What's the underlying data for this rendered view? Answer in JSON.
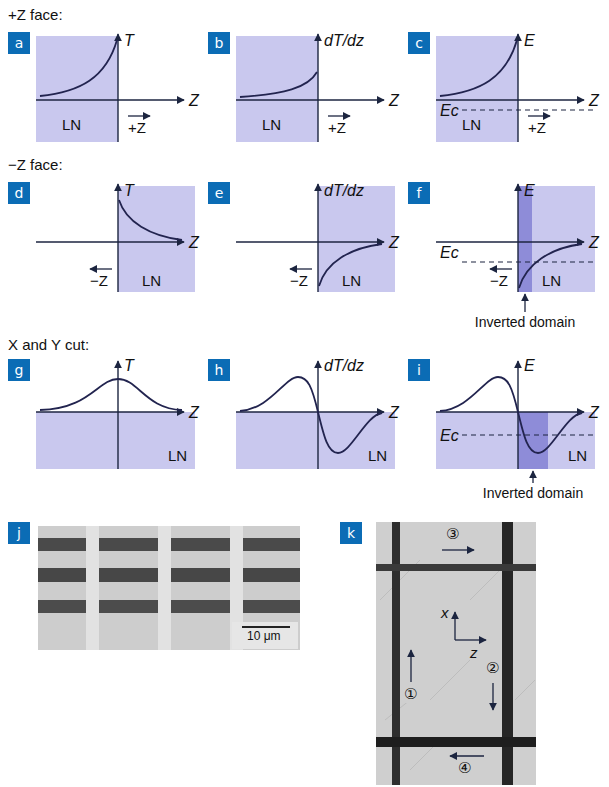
{
  "diagram": {
    "nodes": [
      {
        "text": [
          "a"
        ]
      },
      {
        "text": [
          "b"
        ]
      },
      {
        "text": [
          "c"
        ]
      },
      {
        "text": [
          "d"
        ]
      },
      {
        "text": [
          "e"
        ]
      },
      {
        "text": [
          "f"
        ]
      },
      {
        "text": [
          "g"
        ]
      },
      {
        "text": [
          "h"
        ]
      },
      {
        "text": [
          "i"
        ]
      },
      {
        "text": [
          "j"
        ]
      },
      {
        "text": [
          "k"
        ]
      }
    ],
    "labels": [
      "+Z face:",
      "T",
      "Z",
      "LN",
      "+Z",
      "dT/dz",
      "Z",
      "LN",
      "+Z",
      "E",
      "Z",
      "Ec",
      "LN",
      "+Z",
      "−Z face:",
      "T",
      "Z",
      "−Z",
      "LN",
      "dT/dz",
      "Z",
      "−Z",
      "LN",
      "E",
      "Z",
      "Ec",
      "−Z",
      "LN",
      "Inverted domain",
      "X and Y cut:",
      "T",
      "Z",
      "LN",
      "dT/dz",
      "Z",
      "LN",
      "E",
      "Z",
      "Ec",
      "LN",
      "Inverted domain",
      "10 μm",
      "③",
      "①",
      "x",
      "z",
      "②",
      "④"
    ]
  }
}
